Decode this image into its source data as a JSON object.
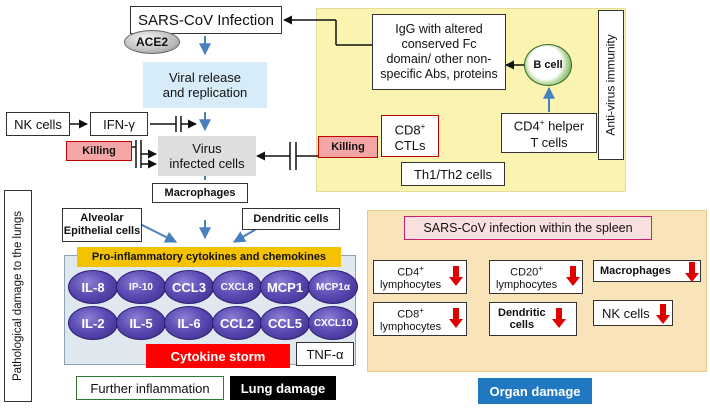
{
  "top": {
    "title": "SARS-CoV Infection",
    "ace2": "ACE2",
    "viral_release": "Viral release\nand  replication",
    "nk_cells": "NK cells",
    "ifn": "IFN-γ",
    "killing_left": "Killing",
    "virus_infected": "Virus\ninfected cells",
    "macrophages": "Macrophages"
  },
  "immunity": {
    "igg": "IgG with altered conserved Fc domain/ other non-specific Abs, proteins",
    "b_cell": "B cell",
    "cd8_ctls_main": "CD8",
    "cd8_ctls_sup": "+",
    "cd8_ctls_sub": "CTLs",
    "killing_right": "Killing",
    "cd4_helper_main": "CD4",
    "cd4_helper_sup": "+",
    "cd4_helper_rest": " helper\nT cells",
    "th": "Th1/Th2 cells",
    "side_label": "Anti-virus immunity"
  },
  "lungs": {
    "side_label": "Pathological damage to the lungs",
    "alveolar": "Alveolar\nEpithelial cells",
    "dendritic": "Dendritic cells",
    "banner": "Pro-inflammatory cytokines and chemokines",
    "cytokines_row1": [
      "IL-8",
      "IP-10",
      "CCL3",
      "CXCL8",
      "MCP1",
      "MCP1α"
    ],
    "cytokines_row2": [
      "IL-2",
      "IL-5",
      "IL-6",
      "CCL2",
      "CCL5",
      "CXCL10"
    ],
    "storm": "Cytokine storm",
    "tnf": "TNF-α",
    "further": "Further inflammation",
    "lung_damage": "Lung damage"
  },
  "spleen": {
    "title": "SARS-CoV infection within the spleen",
    "cd4": "CD4",
    "cd20": "CD20",
    "cd8": "CD8",
    "plus": "+",
    "lymphocytes": "lymphocytes",
    "macrophages": "Macrophages",
    "dendritic": "Dendritic\ncells",
    "nk": "NK cells",
    "organ_damage": "Organ damage"
  },
  "colors": {
    "immunity_bg": "#fbf3b0",
    "spleen_bg": "#f7dcae",
    "cytokine_panel": "#dfe8ef",
    "banner": "#f5c200",
    "storm": "#ff0000",
    "organ_damage": "#1f78c1",
    "arrow_blue": "#4a7fbf",
    "down_arrow_red": "#e00000"
  }
}
